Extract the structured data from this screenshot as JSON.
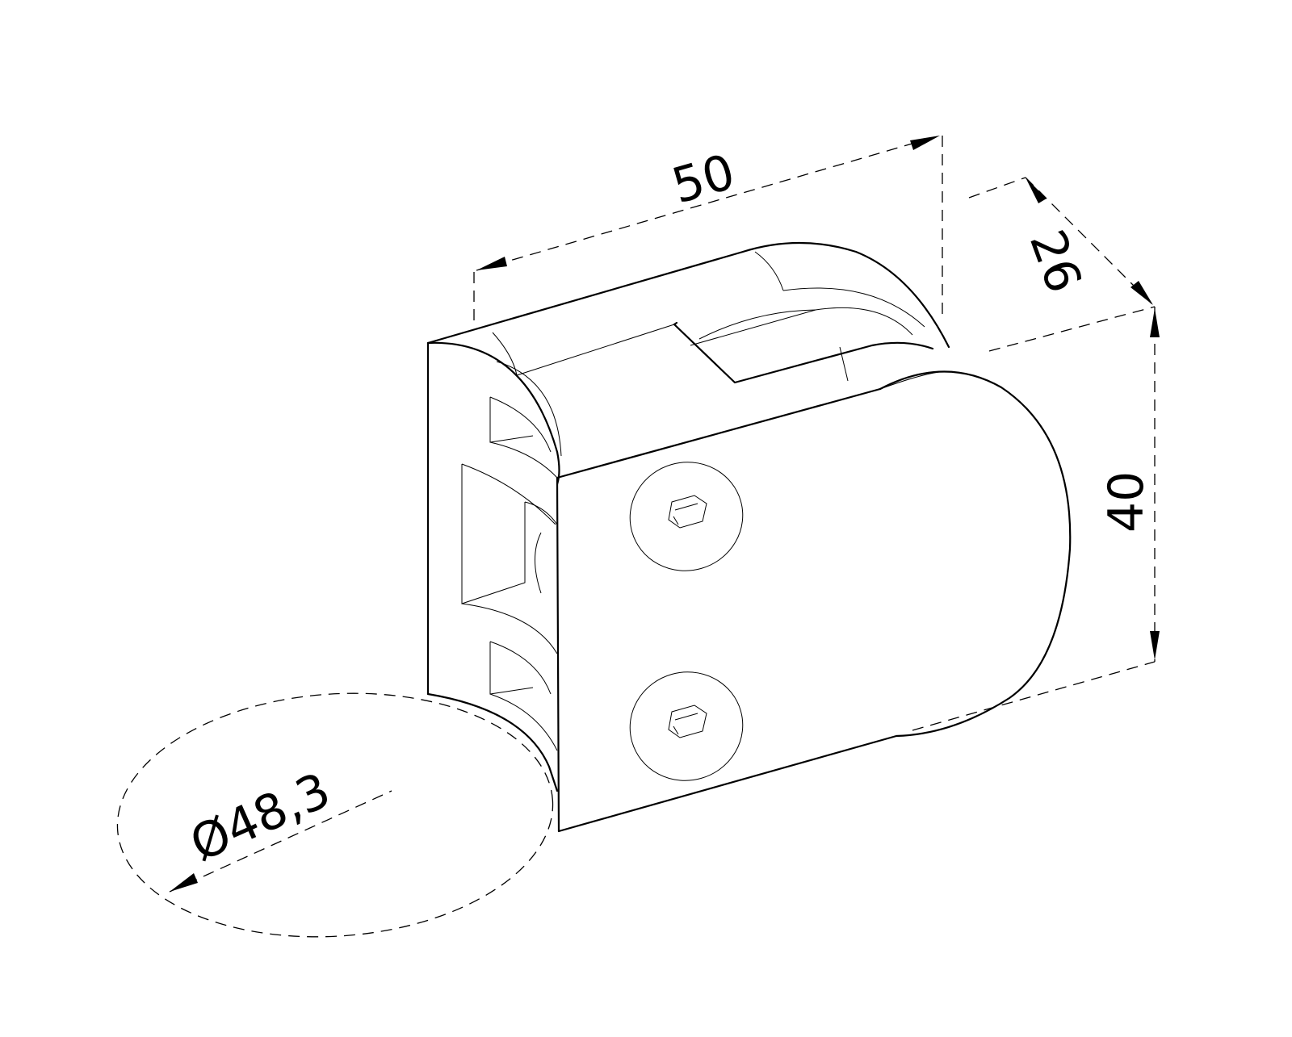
{
  "drawing": {
    "line_color": "#000000",
    "background": "#ffffff"
  },
  "dimensions": {
    "length": "50",
    "depth": "26",
    "height": "40",
    "tube_diameter": "Ø48,3"
  },
  "icons": {
    "screw_top": "hex-socket-screw-icon",
    "screw_bottom": "hex-socket-screw-icon"
  }
}
